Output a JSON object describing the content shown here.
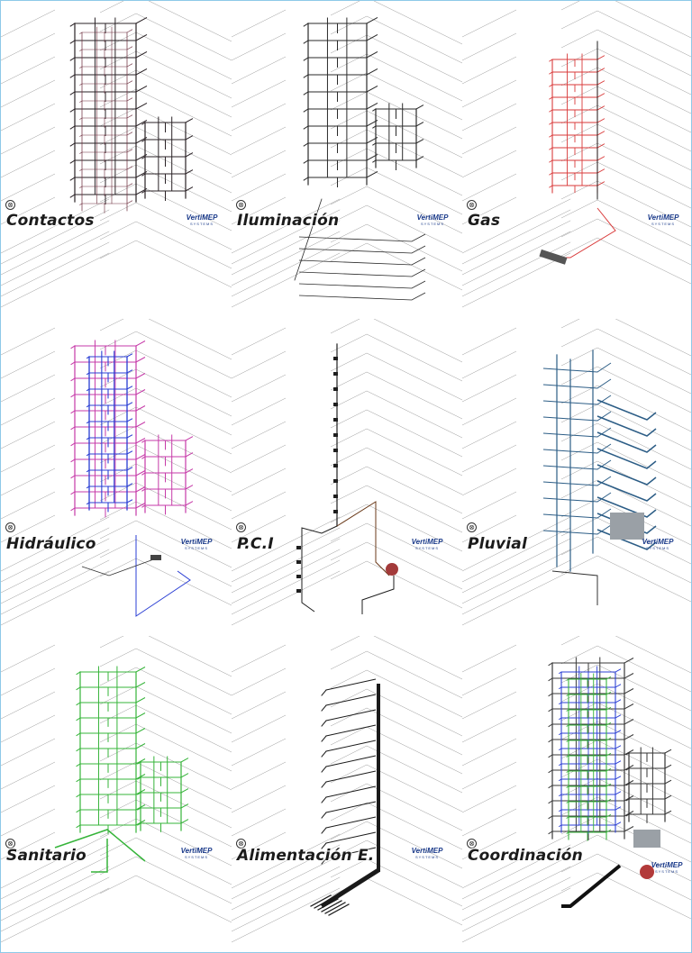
{
  "logo": {
    "brand": "VertiMEP",
    "sub": "SYSTEMS"
  },
  "north_symbol": "⊗",
  "panels": [
    {
      "key": "contactos",
      "title": "Contactos",
      "color": "#2a2226"
    },
    {
      "key": "iluminacion",
      "title": "Iluminación",
      "color": "#2a2a2a"
    },
    {
      "key": "gas",
      "title": "Gas",
      "color": "#d93a3a"
    },
    {
      "key": "hidraulico",
      "title": "Hidráulico",
      "color": "#c63aa8",
      "color2": "#2b3fd4"
    },
    {
      "key": "pci",
      "title": "P.C.I",
      "color": "#1e1e1e",
      "color2": "#a33a3a"
    },
    {
      "key": "pluvial",
      "title": "Pluvial",
      "color": "#2c5d86"
    },
    {
      "key": "sanitario",
      "title": "Sanitario",
      "color": "#36b43a"
    },
    {
      "key": "alimentacion",
      "title": "Alimentación E.",
      "color": "#1a1a1a"
    },
    {
      "key": "coordinacion",
      "title": "Coordinación",
      "color": "#3a3a3a",
      "color2": "#2b3fd4",
      "color3": "#36b43a"
    }
  ]
}
